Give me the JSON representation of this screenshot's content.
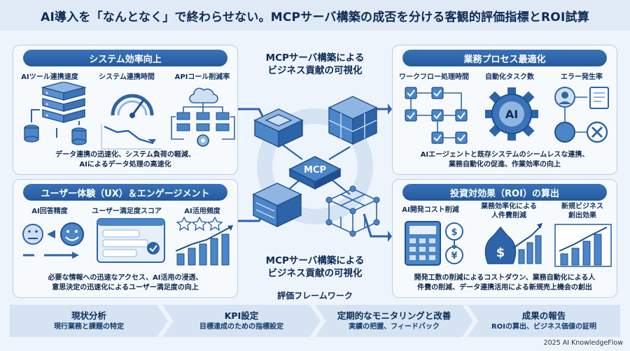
{
  "title": "AI導入を「なんとなく」で終わらせない。MCPサーバ構築の成否を分ける客観的評価指標とROI試算",
  "panels": {
    "system": {
      "heading": "システム効率向上",
      "metrics": [
        "AIツール連携速度",
        "システム連携時間",
        "APIコール削減率"
      ],
      "description_lines": [
        "データ連携の迅速化、システム負荷の軽減、",
        "AIによるデータ処理の高速化"
      ]
    },
    "ux": {
      "heading": "ユーザー体験（UX）＆エンゲージメント",
      "metrics": [
        "AI回答精度",
        "ユーザー満足度スコア",
        "AI活用頻度"
      ],
      "description_lines": [
        "必要な情報への迅速なアクセス、AI活用の浸透、",
        "意思決定の迅速化によるユーザー満足度の向上"
      ]
    },
    "business": {
      "heading": "業務プロセス最適化",
      "metrics": [
        "ワークフロー処理時間",
        "自動化タスク数",
        "エラー発生率"
      ],
      "description_lines": [
        "AIエージェントと既存システムのシームレスな連携、",
        "業務自動化の促進、作業効率の向上"
      ]
    },
    "roi": {
      "heading": "投資対効果（ROI）の算出",
      "metrics": [
        "AI開発コスト削減",
        "業務効率化による\n人件費削減",
        "新規ビジネス\n創出効果"
      ],
      "description_lines": [
        "開発工数の削減によるコストダウン、業務自動化による人",
        "件費の削減、データ連携活用による新規売上機会の創出"
      ]
    }
  },
  "center": {
    "top_caption_lines": [
      "MCPサーバ構築による",
      "ビジネス貢献の可視化"
    ],
    "bottom_caption_lines": [
      "MCPサーバ構築による",
      "ビジネス貢献の可視化"
    ],
    "chip_label": "MCP",
    "ai_label": "AI",
    "currency_yen": "¥",
    "currency_dollar": "$"
  },
  "framework": {
    "title": "評価フレームワーク",
    "steps": [
      {
        "title": "現状分析",
        "sub": "現行業務と課題の特定"
      },
      {
        "title": "KPI設定",
        "sub": "目標達成のための指標設定"
      },
      {
        "title": "定期的なモニタリングと改善",
        "sub": "実績の把握、フィードバック"
      },
      {
        "title": "成果の報告",
        "sub": "ROIの算出、ビジネス価値の証明"
      }
    ]
  },
  "footer": "2025 AI KnowledgeFlow",
  "colors": {
    "primary": "#245a9c",
    "accent": "#4a86c8",
    "light": "#d5e3f3",
    "background": "#eef4fb"
  }
}
